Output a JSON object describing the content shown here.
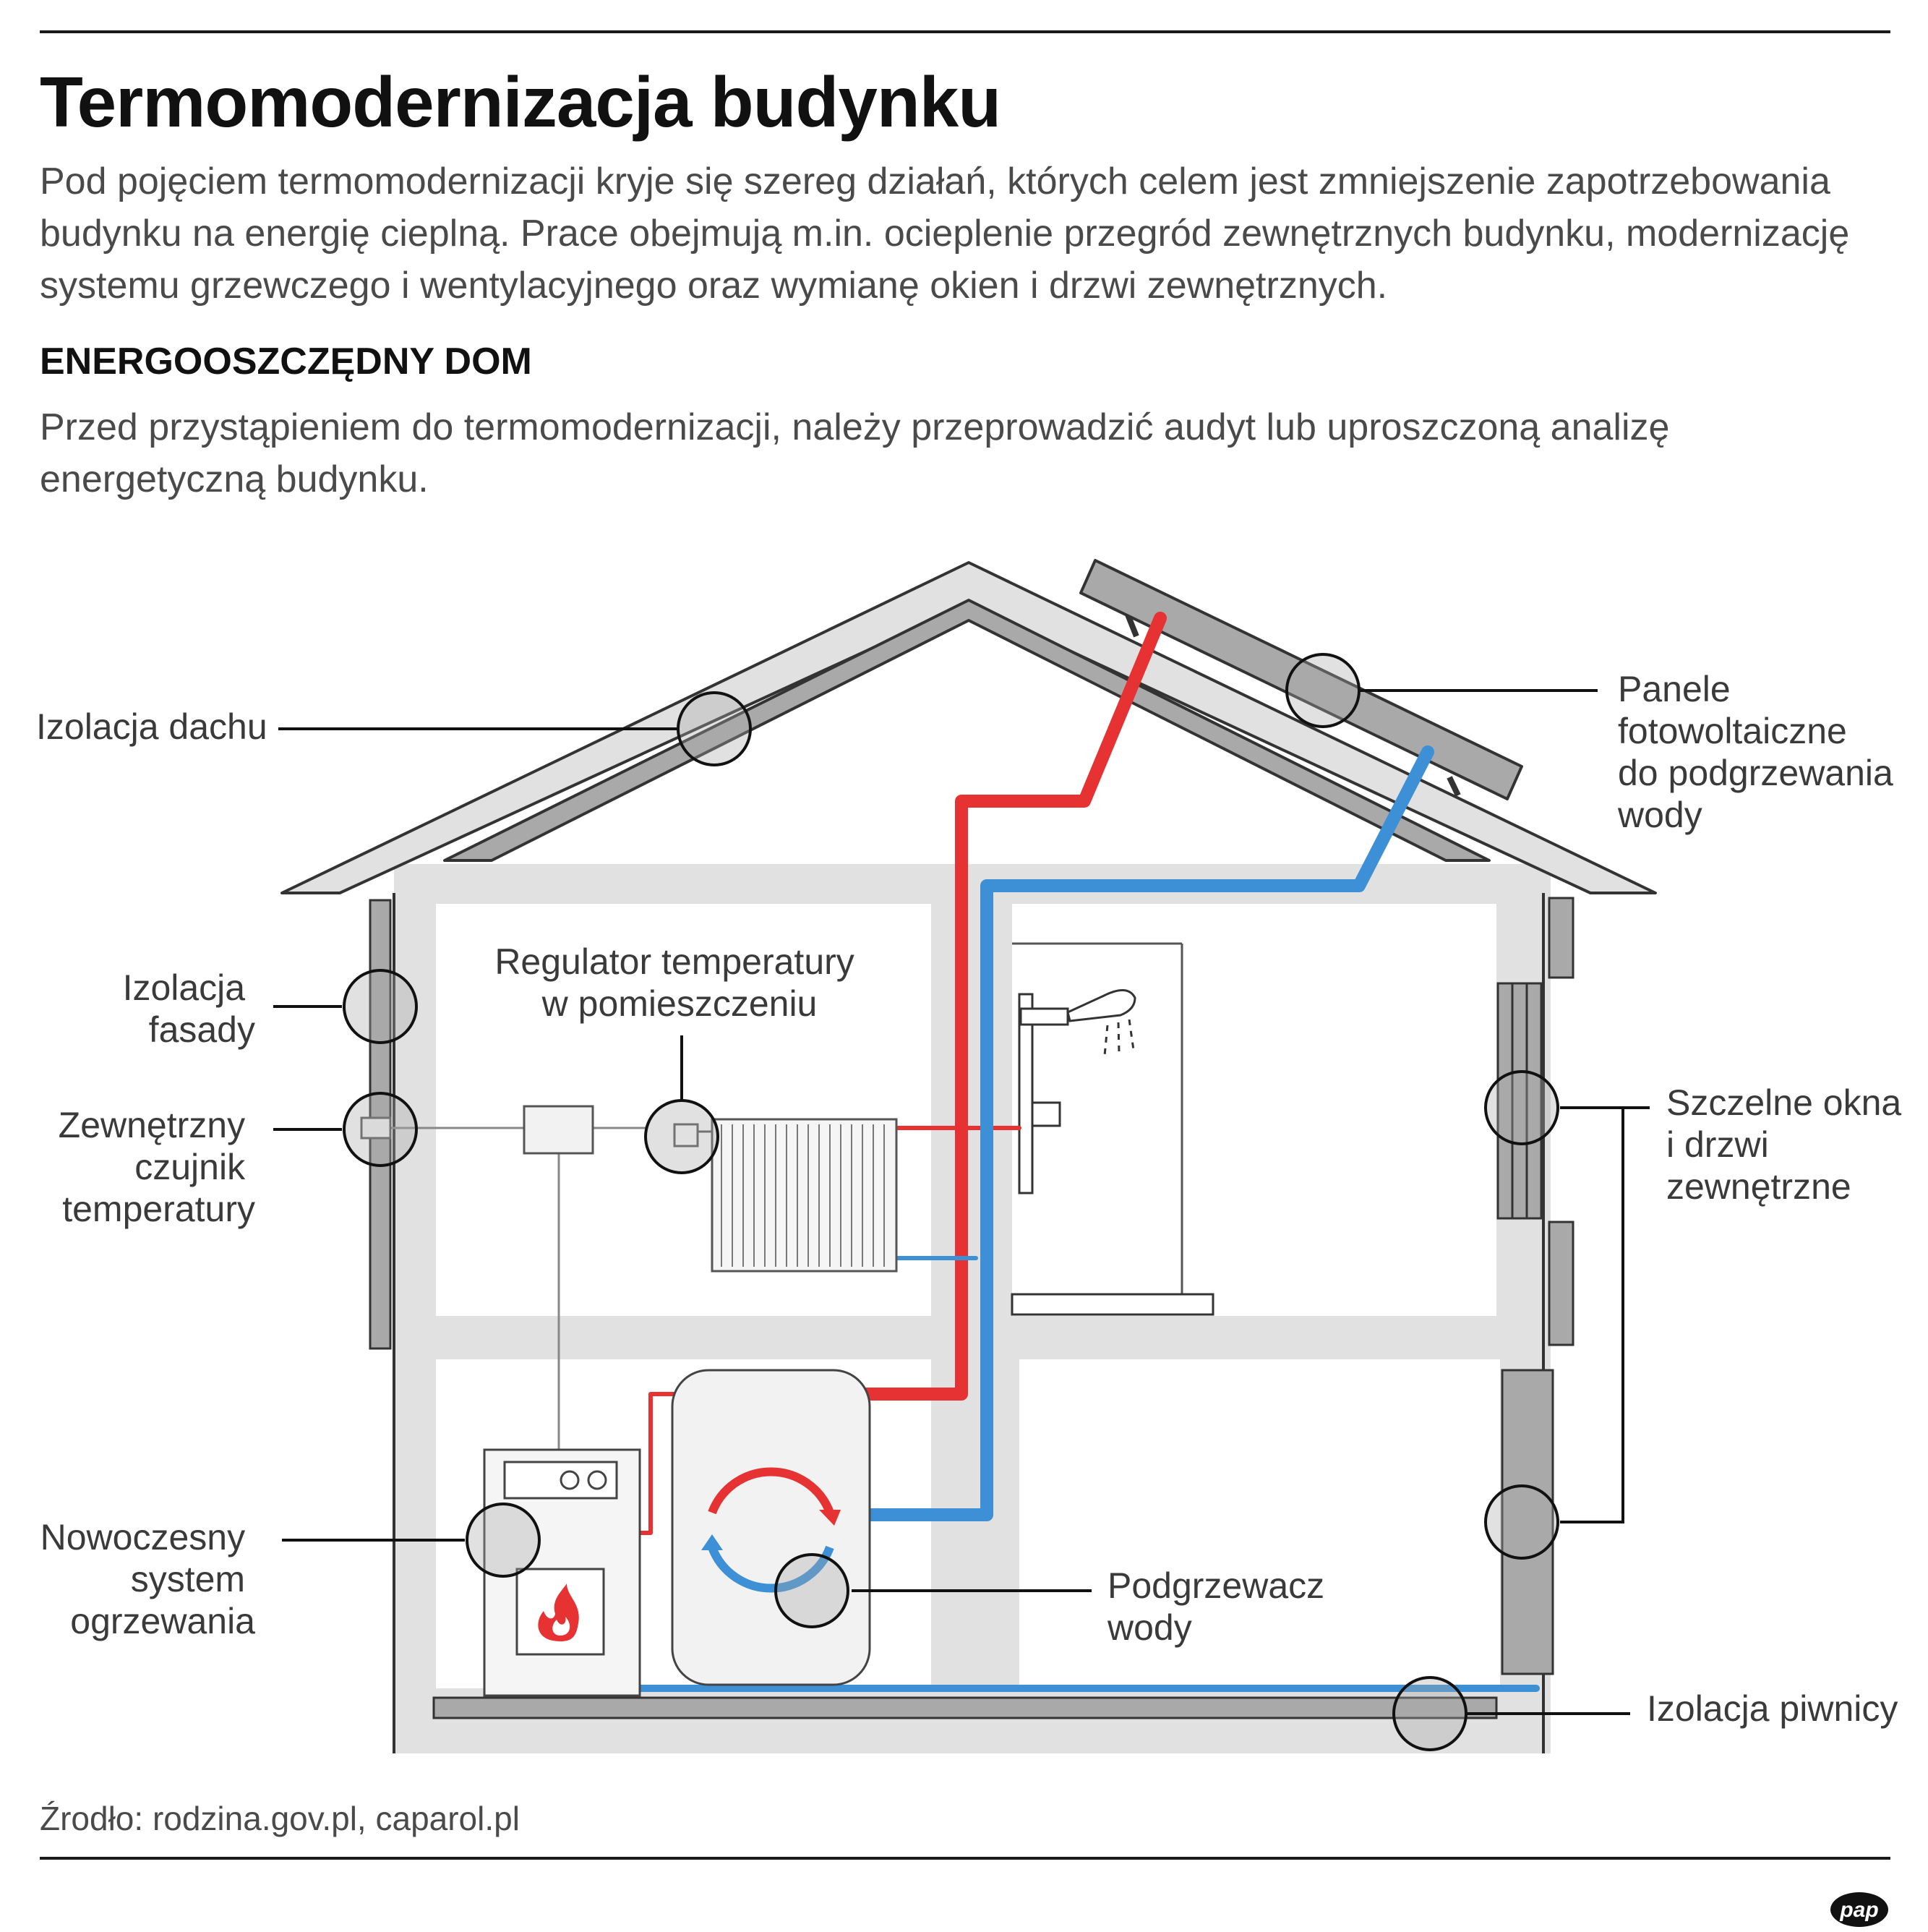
{
  "header": {
    "title": "Termomodernizacja budynku",
    "intro": "Pod pojęciem termomodernizacji kryje się szereg działań, których celem jest zmniejszenie zapotrzebowania budynku na energię cieplną. Prace obejmują m.in. ocieplenie przegród zewnętrznych budynku, modernizację systemu grzewczego i wentylacyjnego oraz wymianę okien i drzwi zewnętrznych.",
    "section_title": "ENERGOOSZCZĘDNY DOM",
    "section_text": "Przed przystąpieniem do termomodernizacji, należy przeprowadzić audyt lub uproszczoną analizę energetyczną budynku."
  },
  "labels": {
    "roof_insulation": [
      "Izolacja dachu"
    ],
    "facade_insulation": [
      "Izolacja",
      "fasady"
    ],
    "outdoor_sensor": [
      "Zewnętrzny",
      "czujnik",
      "temperatury"
    ],
    "room_regulator": [
      "Regulator temperatury",
      "w pomieszczeniu"
    ],
    "pv_panels": [
      "Panele",
      "fotowoltaiczne",
      "do podgrzewania",
      "wody"
    ],
    "windows_doors": [
      "Szczelne okna",
      "i drzwi",
      "zewnętrzne"
    ],
    "heating_system": [
      "Nowoczesny",
      "system",
      "ogrzewania"
    ],
    "water_heater": [
      "Podgrzewacz",
      "wody"
    ],
    "basement_insulation": [
      "Izolacja piwnicy"
    ]
  },
  "footer": {
    "source": "Źrodło: rodzina.gov.pl, caparol.pl",
    "logo_text": "pap"
  },
  "colors": {
    "hot_pipe": "#e63232",
    "cold_pipe": "#3d8fd6",
    "wall": "#e1e1e1",
    "insulation": "#a9a9a9",
    "outline": "#333333"
  }
}
